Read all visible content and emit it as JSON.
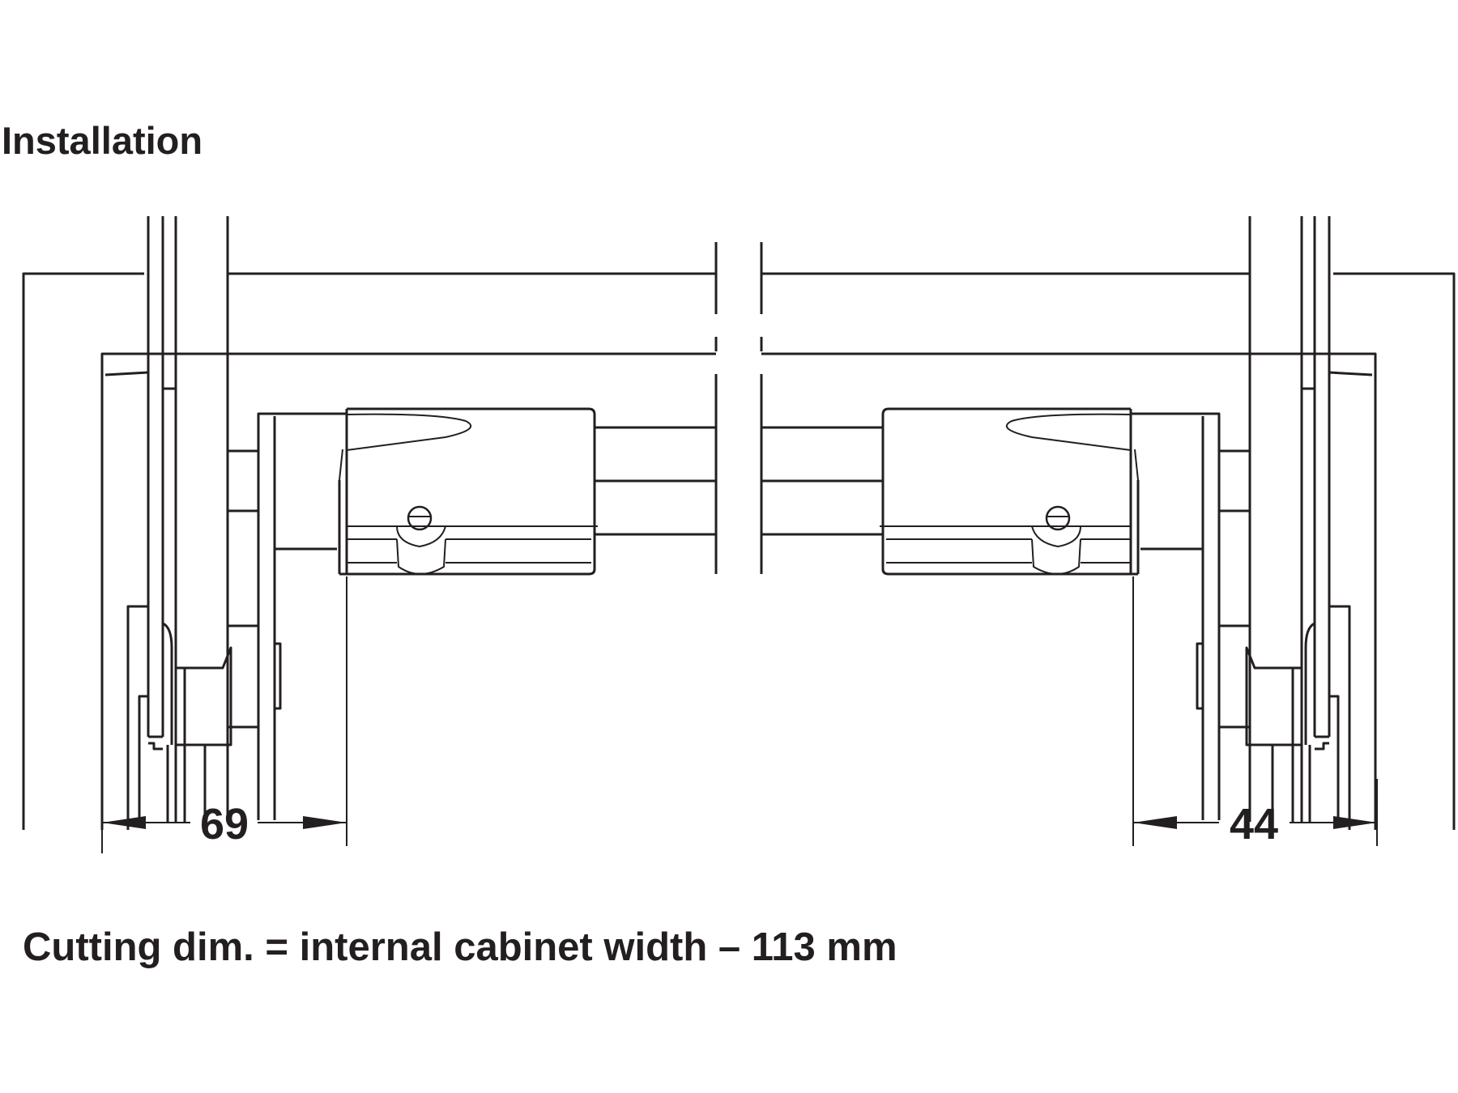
{
  "title": "Installation",
  "dimensions": {
    "left": "69",
    "right": "44"
  },
  "caption": "Cutting dim. = internal cabinet width – 113 mm",
  "colors": {
    "line": "#231f20",
    "background": "#ffffff"
  }
}
